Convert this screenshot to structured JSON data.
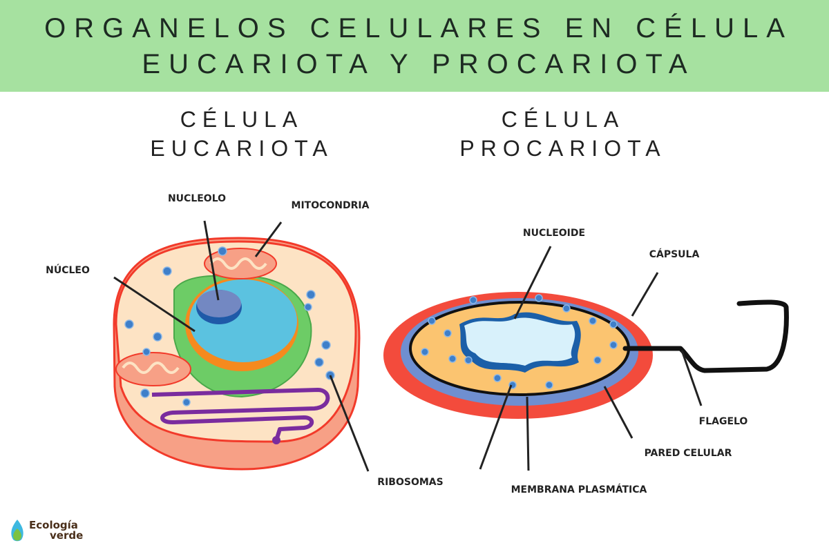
{
  "title": {
    "line1": "ORGANELOS CELULARES EN CÉLULA",
    "line2": "EUCARIOTA Y PROCARIOTA"
  },
  "eukaryote": {
    "heading1": "CÉLULA",
    "heading2": "EUCARIOTA",
    "labels": {
      "nucleolo": "NUCLEOLO",
      "mitocondria": "MITOCONDRIA",
      "nucleo": "NÚCLEO",
      "ribosomas": "RIBOSOMAS"
    }
  },
  "prokaryote": {
    "heading1": "CÉLULA",
    "heading2": "PROCARIOTA",
    "labels": {
      "nucleoide": "NUCLEOIDE",
      "capsula": "CÁPSULA",
      "flagelo": "FLAGELO",
      "pared": "PARED CELULAR",
      "membrana": "MEMBRANA PLASMÁTICA"
    }
  },
  "logo": {
    "line1": "Ecología",
    "line2": "verde"
  },
  "colors": {
    "header": "#a6e1a0",
    "cytoplasm": "#fde3c4",
    "membrane": "#f23a2a",
    "nucleus": "#5bc2e0",
    "er": "#7a2c9e",
    "prok_cytoplasm": "#fbc470"
  }
}
